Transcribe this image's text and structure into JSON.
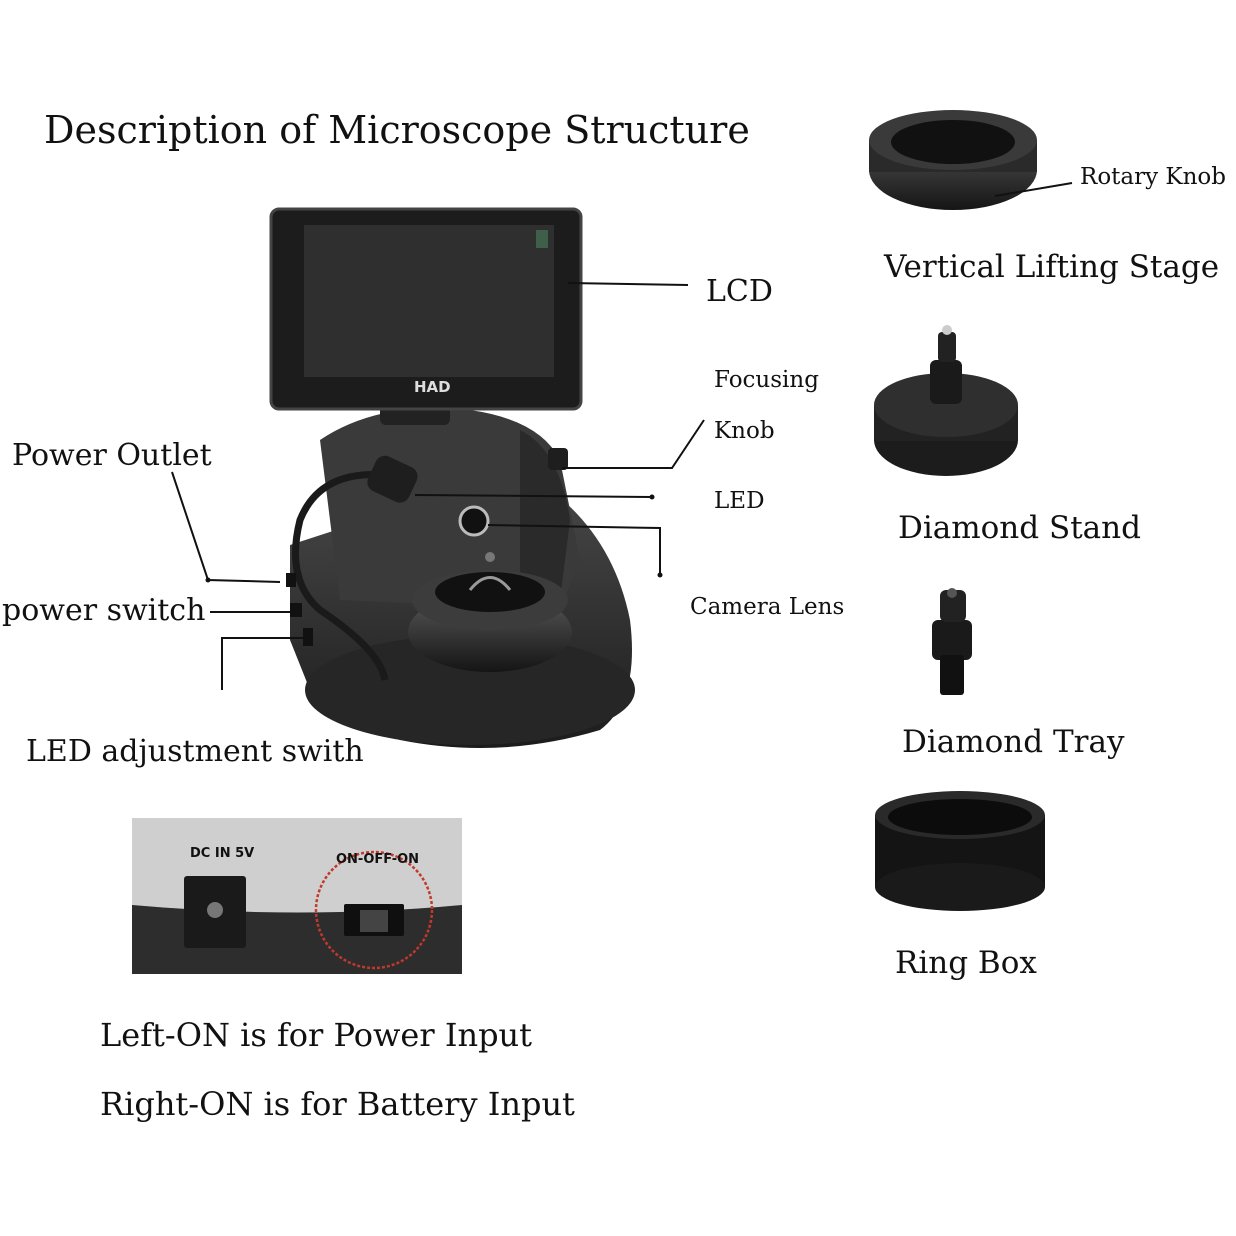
{
  "title": "Description of Microscope Structure",
  "labels": {
    "lcd": "LCD",
    "focusing_line1": "Focusing",
    "focusing_line2": "Knob",
    "led": "LED",
    "camera_lens": "Camera Lens",
    "power_outlet": "Power Outlet",
    "power_switch": "power switch",
    "led_adjustment": "LED adjustment swith"
  },
  "device_text": {
    "screen_brand": "HAD",
    "dc_in": "DC IN 5V",
    "switch_marking": "ON-OFF-ON"
  },
  "accessories": {
    "rotary_knob": "Rotary Knob",
    "vertical_lifting_stage": "Vertical Lifting Stage",
    "diamond_stand": "Diamond Stand",
    "diamond_tray": "Diamond Tray",
    "ring_box": "Ring Box"
  },
  "notes": {
    "left_on": "Left-ON is for Power Input",
    "right_on": "Right-ON is for Battery Input"
  },
  "colors": {
    "device_body": "#2b2b2b",
    "screen": "#1a1a1a",
    "highlight_circle": "#c0392b",
    "background": "#ffffff"
  }
}
